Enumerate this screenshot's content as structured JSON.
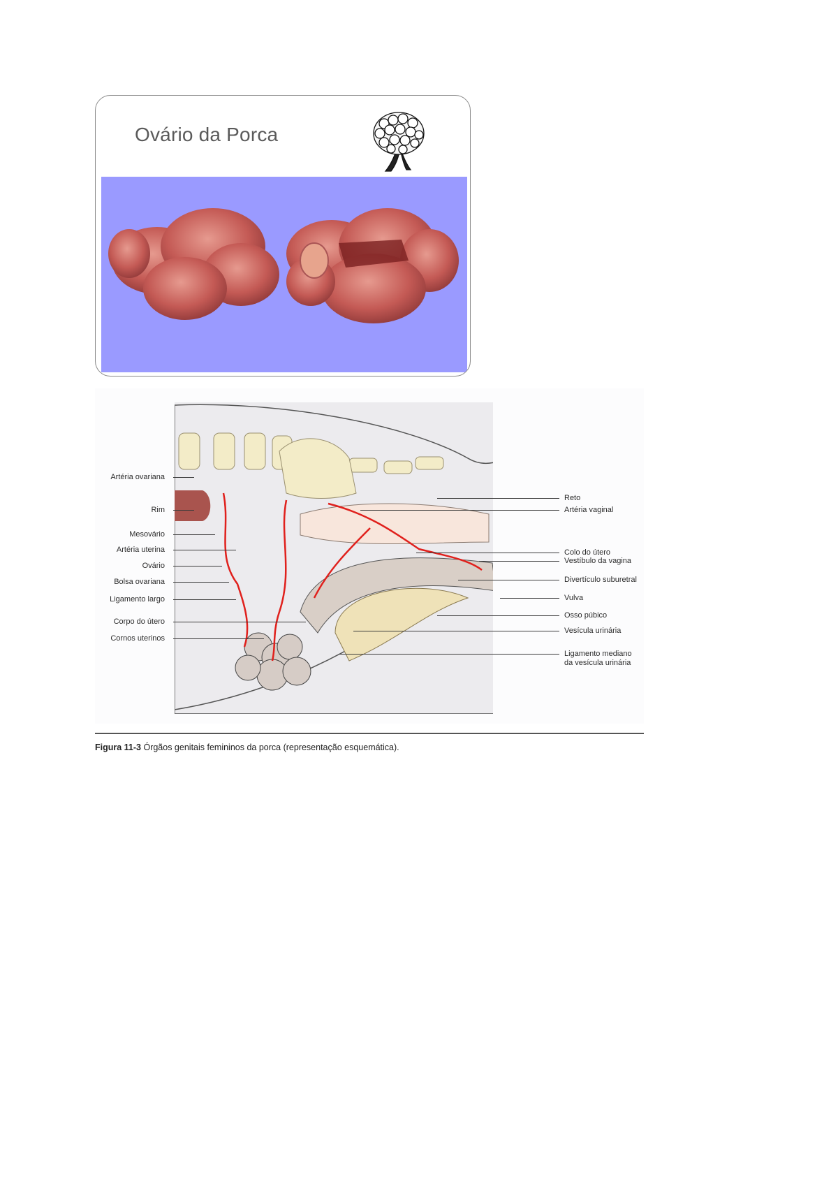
{
  "slide": {
    "title": "Ovário da Porca",
    "icon": "ovary-drawing-icon",
    "photo_background": "#9a9aff",
    "photo_subject": "two porcine ovaries"
  },
  "figure": {
    "left_labels": [
      "Artéria ovariana",
      "Rim",
      "Mesovário",
      "Artéria uterina",
      "Ovário",
      "Bolsa ovariana",
      "Ligamento largo",
      "Corpo do útero",
      "Cornos uterinos"
    ],
    "right_labels": [
      "Reto",
      "Artéria vaginal",
      "Colo do útero",
      "Vestíbulo da vagina",
      "Divertículo suburetral",
      "Vulva",
      "Osso púbico",
      "Vesícula urinária",
      "Ligamento mediano",
      "da vesícula urinária"
    ],
    "caption_number": "Figura 11-3",
    "caption_text": " Órgãos genitais femininos da porca (representação esquemática)."
  },
  "colors": {
    "artery": "#e0201c",
    "bone": "#f3ecc8",
    "kidney": "#a9544e",
    "tissue": "#ecebee"
  }
}
